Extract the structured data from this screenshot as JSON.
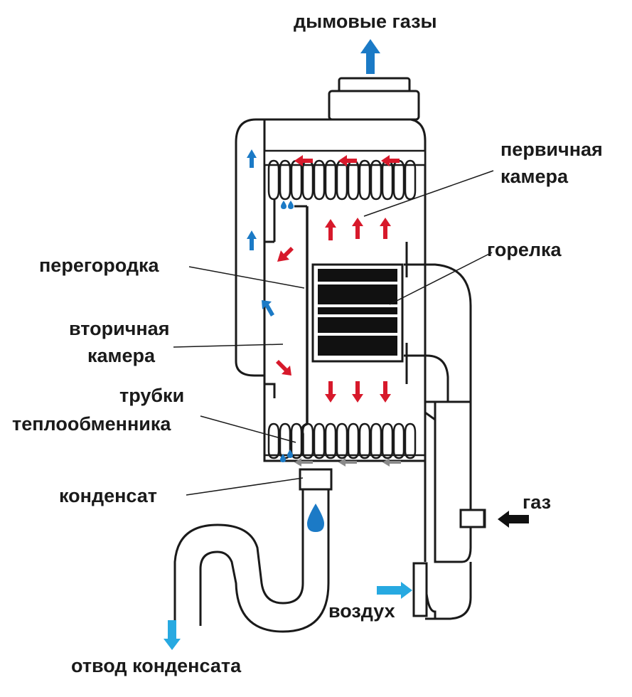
{
  "labels": {
    "flue_gases": "дымовые газы",
    "primary_chamber_1": "первичная",
    "primary_chamber_2": "камера",
    "partition": "перегородка",
    "burner": "горелка",
    "secondary_chamber_1": "вторичная",
    "secondary_chamber_2": "камера",
    "heat_exchanger_tubes_1": "трубки",
    "heat_exchanger_tubes_2": "теплообменника",
    "condensate": "конденсат",
    "gas": "газ",
    "air": "воздух",
    "condensate_drain": "отвод конденсата"
  },
  "icons": {
    "hot_flow_arrow": "red-arrow-icon",
    "cool_flow_arrow": "blue-arrow-icon",
    "exhaust_arrow": "gray-arrow-icon",
    "gas_arrow": "black-arrow-icon",
    "water_drop": "water-drop-icon"
  },
  "colors": {
    "hot_flow": "#d7192b",
    "cool_flow": "#1b7ac6",
    "air_flow": "#27a9e1",
    "exhaust": "#8a8a8a",
    "outline": "#1a1a1a"
  }
}
